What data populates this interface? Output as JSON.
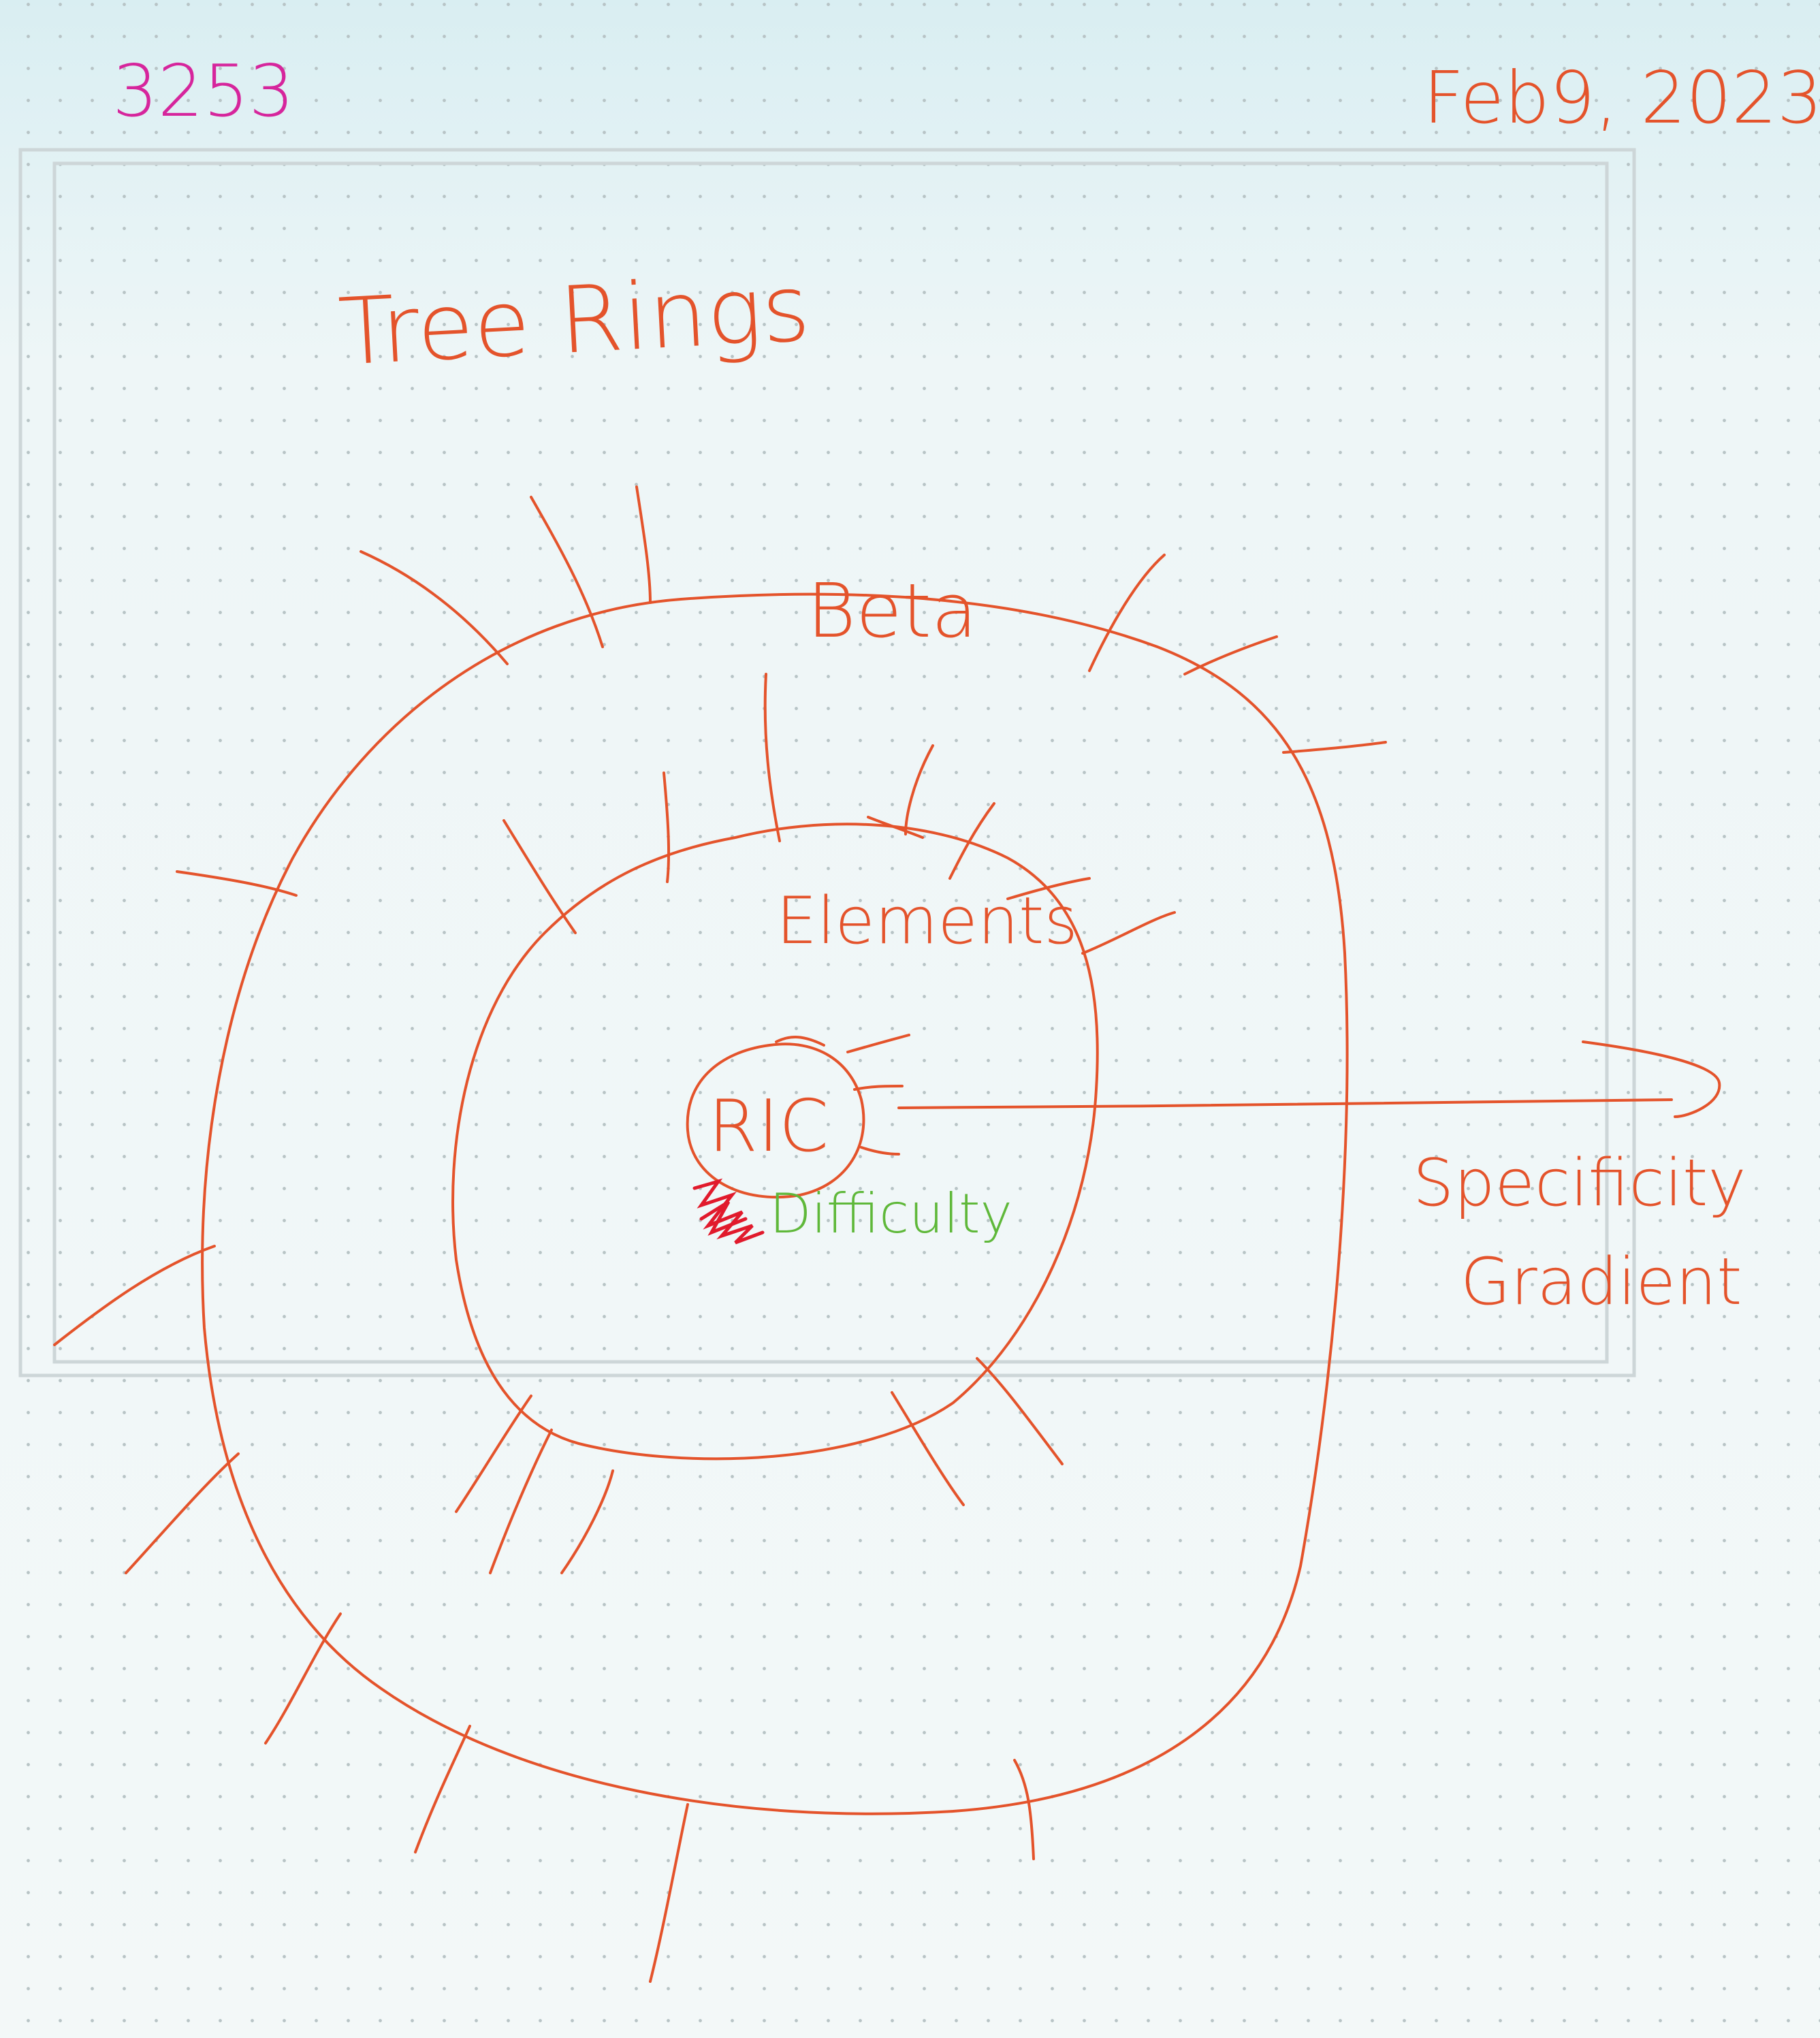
{
  "note": {
    "number": "3253",
    "date": "Feb9, 2023",
    "title": "Tree Rings"
  },
  "rings": {
    "outer_label": "Beta",
    "middle_label": "Elements",
    "core_label": "RIC",
    "core_sublabel": "Difficulty"
  },
  "arrow_label": {
    "line1": "Specificity",
    "line2": "Gradient"
  },
  "colors": {
    "ink_orange": "#e4532b",
    "ink_red": "#e11a2c",
    "ink_green": "#5fb83a",
    "ink_magenta": "#d6259c",
    "paper": "#eef6f7",
    "dot": "#b8c4c6"
  }
}
